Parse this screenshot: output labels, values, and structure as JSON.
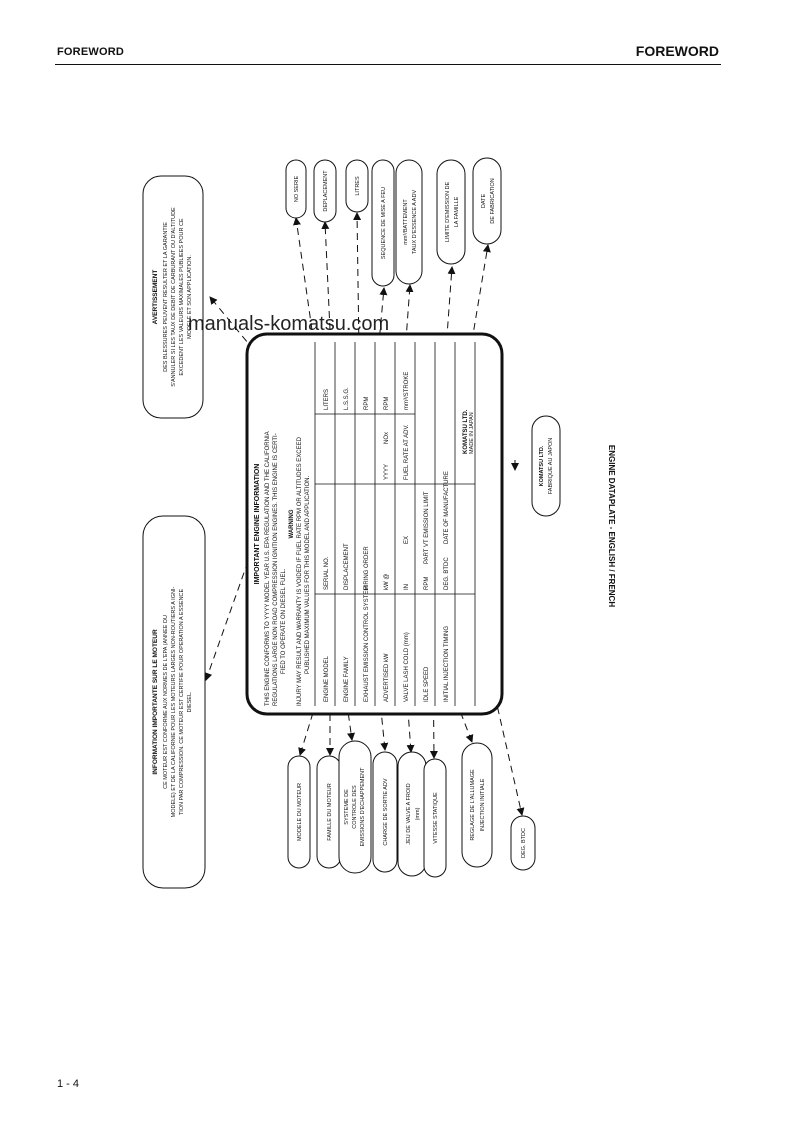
{
  "header": {
    "left": "FOREWORD",
    "right": "FOREWORD"
  },
  "footer": {
    "page": "1 - 4"
  },
  "watermark": "manuals-komatsu.com",
  "figure": {
    "caption": "ENGINE DATAPLATE - ENGLISH / FRENCH",
    "plate": {
      "title": "IMPORTANT ENGINE INFORMATION",
      "statement": [
        "THIS ENGINE CONFORMS TO YYYY MODEL YEAR U.S. EPA REGULATION AND THE CALIFORNIA",
        "REGULATIONS LARGE NON ROAD COMPRESSION IGNITION ENGINES. THIS ENGINE IS CERTI-",
        "FIED TO OPERATE ON DIESEL FUEL."
      ],
      "warning_title": "WARNING",
      "warning": [
        "INJURY MAY RESULT AND WARRANTY IS VOIDED IF FUEL RATE RPM OR ALTITUDES EXCEED",
        "PUBLISHED MAXIMUM VALUES FOR THIS MODEL AND APPLICATION."
      ],
      "rows": [
        [
          "ENGINE MODEL",
          "SERIAL NO.",
          "LITERS"
        ],
        [
          "ENGINE FAMILY",
          "DISPLACEMENT",
          "L.S.S.G."
        ],
        [
          "EXHAUST EMISSION CONTROL SYSTEM",
          "FIRING ORDER",
          "RPM"
        ],
        [
          "ADVERTISED kW",
          "kW @",
          "RPM"
        ],
        [
          "VALVE LASH COLD (mm)",
          "IN",
          "EX",
          "FUEL RATE AT ADV.",
          "mm³/STROKE"
        ],
        [
          "IDLE SPEED",
          "RPM",
          "PART VT EMISSION LIMIT"
        ],
        [
          "INITIAL INJECTION TIMING",
          "DEG. BTDC",
          "DATE OF MANUFACTURE"
        ]
      ],
      "maker": "KOMATSU LTD.",
      "made_in": "MADE IN JAPAN",
      "yy": "YYYY",
      "nox": "NOx"
    },
    "warning_box_fr": {
      "title": "AVERTISSEMENT",
      "lines": [
        "DES BLESSURES PEUVENT RESULTER ET LA GARANTIE",
        "S'ANNULER SI LES TAUX DE DEBIT DE CARBURANT OU D'ALTITUDE",
        "EXCEDENT LES VALEURS MAXIMALES PUBLIEES POUR CE",
        "MODELE ET SON APPLICATION."
      ]
    },
    "info_box_fr": {
      "title": "INFORMATION IMPORTANTE SUR LE MOTEUR",
      "lines": [
        "CE MOTEUR EST CONFORME AUX NORMES DE L'EPA (ANNEE DU",
        "MODELE) ET DE LA CALIFORNIE POUR LES MOTEURS LARGES NON-ROUTIERS A IGNI-",
        "TION PAR COMPRESSION. CE MOTEUR EST CERTIFIE POUR OPERATION A ESSENCE",
        "DIESEL."
      ]
    },
    "callouts_top": [
      {
        "lines": [
          "NO SERIE"
        ]
      },
      {
        "lines": [
          "DEPLACEMENT"
        ]
      },
      {
        "lines": [
          "LITRES"
        ]
      },
      {
        "lines": [
          "SEQUENCE DE MISE A FEU"
        ]
      },
      {
        "lines": [
          "mm³/BATTEMENT",
          "TAUX D'ESSENCE A ADV"
        ]
      },
      {
        "lines": [
          "LIMITE D'EMISSION DE",
          "LA FAMILLE"
        ]
      },
      {
        "lines": [
          "DATE",
          "DE FABRICATION"
        ]
      }
    ],
    "callouts_bottom": [
      {
        "lines": [
          "MODELE DU MOTEUR"
        ]
      },
      {
        "lines": [
          "FAMILLE DU MOTEUR"
        ]
      },
      {
        "lines": [
          "SYSTEME DE",
          "CONTROLE DES",
          "EMISSIONS D'ECHAPPEMENT"
        ]
      },
      {
        "lines": [
          "CHARGE DE SORTIE ADV"
        ]
      },
      {
        "lines": [
          "JEU DE VALVE A FROID",
          "(mm)"
        ]
      },
      {
        "lines": [
          "VITESSE STATIQUE"
        ]
      },
      {
        "lines": [
          "REGLAGE DE L'ALLUMAGE",
          "INJECTION INITIALE"
        ]
      },
      {
        "lines": [
          "DEG. BTDC"
        ]
      }
    ],
    "maker_callout": [
      "KOMATSU LTD.",
      "FABRIQUE AU JAPON"
    ]
  }
}
